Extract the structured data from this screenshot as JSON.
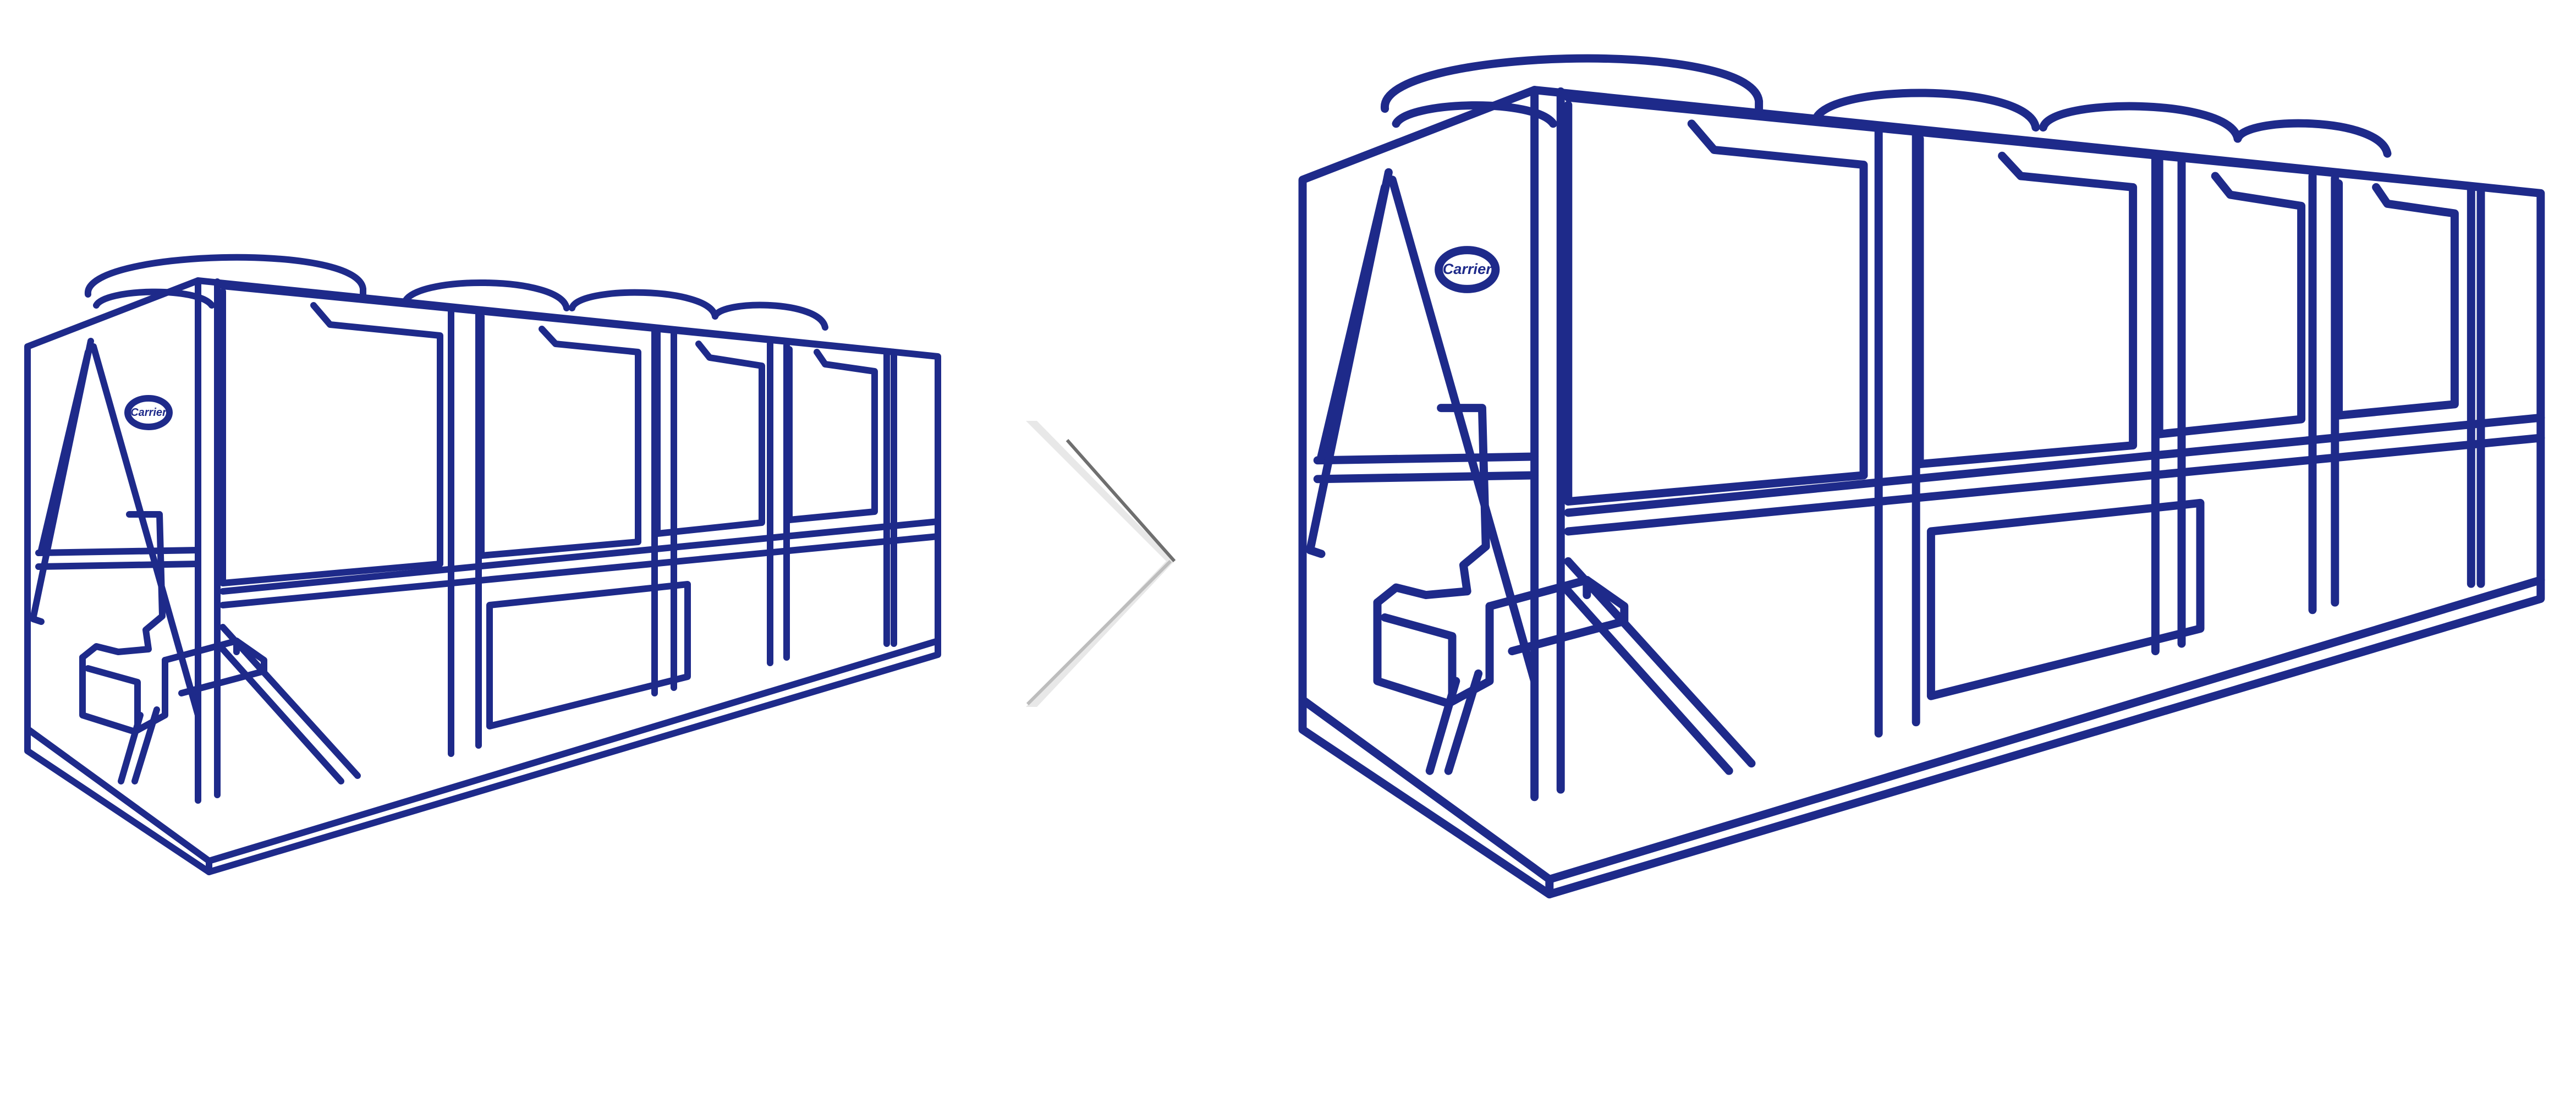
{
  "colors": {
    "stroke": "#1e2a8a",
    "background": "#ffffff",
    "arrow_light": "#e4e4e4",
    "arrow_dark": "#6f6f6f"
  },
  "badge": {
    "text": "Carrier"
  },
  "units": [
    {
      "label": "small-chiller",
      "scale": 1.0
    },
    {
      "label": "large-chiller",
      "scale": 1.36
    }
  ],
  "arrow": {
    "icon": "chevron-right-icon"
  }
}
